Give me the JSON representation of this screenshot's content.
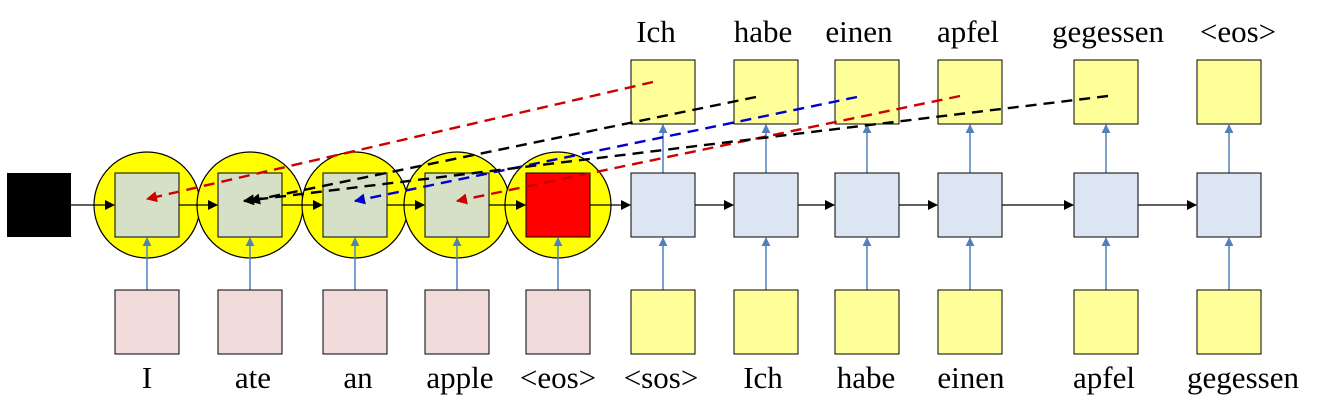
{
  "colors": {
    "black_box": "#000000",
    "attention_circle": "#ffff00",
    "encoder_box": "#d5e0c6",
    "encoder_end_box": "#ff0000",
    "decoder_box": "#dce6f2",
    "source_word_box": "#f2dcdb",
    "target_word_box": "#ffff99",
    "arrow_blue": "#4f81bd",
    "attn_red": "#cc0000",
    "attn_blue": "#0000cc",
    "attn_black": "#000000"
  },
  "source_words": [
    "I",
    "ate",
    "an",
    "apple",
    "<eos>"
  ],
  "decoder_inputs": [
    "<sos>",
    "Ich",
    "habe",
    "einen",
    "apfel",
    "gegessen"
  ],
  "decoder_outputs": [
    "Ich",
    "habe",
    "einen",
    "apfel",
    "gegessen",
    "<eos>"
  ],
  "attention_links": [
    {
      "from_output": 0,
      "to_encoder": 0,
      "color": "attn_red"
    },
    {
      "from_output": 1,
      "to_encoder": 1,
      "color": "attn_black"
    },
    {
      "from_output": 2,
      "to_encoder": 2,
      "color": "attn_blue"
    },
    {
      "from_output": 3,
      "to_encoder": 3,
      "color": "attn_red"
    },
    {
      "from_output": 4,
      "to_encoder": 1,
      "color": "attn_black"
    }
  ]
}
